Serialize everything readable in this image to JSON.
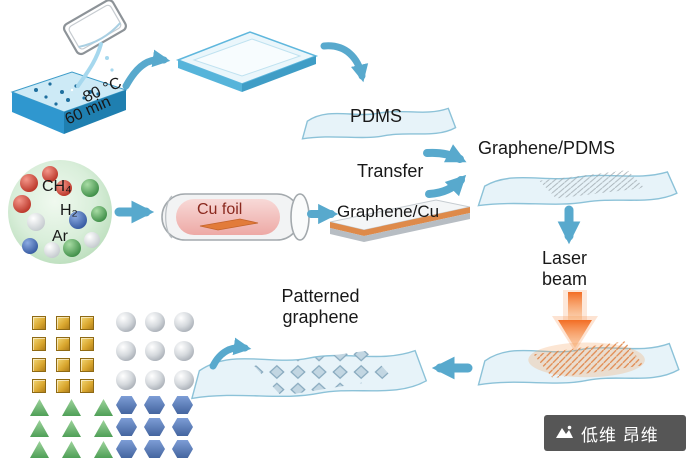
{
  "diagram": {
    "casting": {
      "temperature": "80 °C",
      "duration": "60 min"
    },
    "pdms_sheet_label": "PDMS",
    "transfer_label": "Transfer",
    "graphene_pdms_label": "Graphene/PDMS",
    "gas_mixture": {
      "gas1": "CH₄",
      "gas2": "H₂",
      "gas3": "Ar"
    },
    "furnace_label": "Cu foil",
    "graphene_cu_label": "Graphene/Cu",
    "laser_label": {
      "line1": "Laser",
      "line2": "beam"
    },
    "patterned_label": {
      "line1": "Patterned",
      "line2": "graphene"
    }
  },
  "pattern_groups": [
    {
      "shape": "square",
      "rows": 4,
      "cols": 3,
      "color": "#d9a62e"
    },
    {
      "shape": "sphere",
      "rows": 3,
      "cols": 3,
      "color": "#c9ced4"
    },
    {
      "shape": "triangle",
      "rows": 3,
      "cols": 3,
      "color": "#6fbb74"
    },
    {
      "shape": "hexagon",
      "rows": 3,
      "cols": 3,
      "color": "#5d83c6"
    }
  ],
  "watermark": {
    "icon": "mountain-logo-icon",
    "text": "低维 昂维"
  },
  "colors": {
    "arrow": "#58a9cd",
    "laser_beam": "#f2661a",
    "sheet_fill": "#e7f3f9",
    "sheet_stroke": "#8cc2d8",
    "tray_blue": "#2f97cf",
    "furnace_pink": "#f0b0ac",
    "cu_foil_orange": "#e27b3a",
    "gas_cluster_green": "#cfe9cf"
  }
}
